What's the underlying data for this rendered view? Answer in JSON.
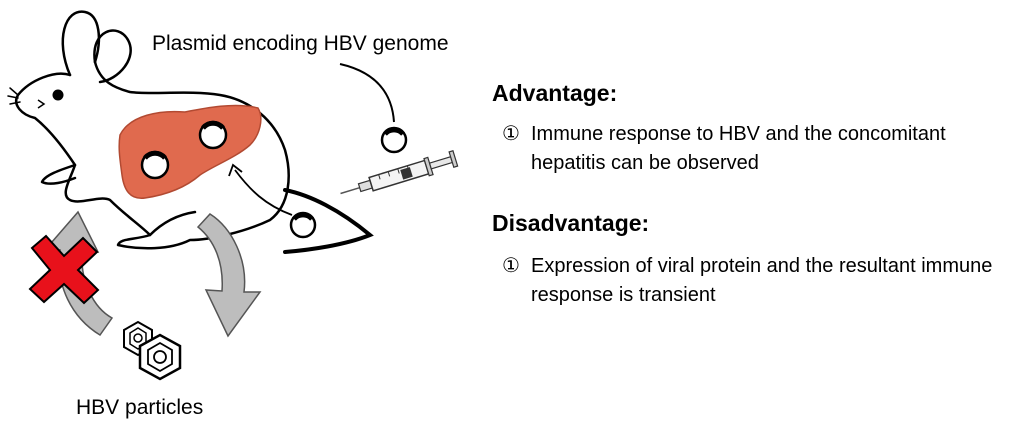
{
  "labels": {
    "plasmid": "Plasmid encoding HBV genome",
    "particles": "HBV particles"
  },
  "advantage": {
    "heading": "Advantage:",
    "items": [
      {
        "num": "①",
        "text": "Immune response to HBV and the concomitant hepatitis can be observed"
      }
    ]
  },
  "disadvantage": {
    "heading": "Disadvantage:",
    "items": [
      {
        "num": "①",
        "text": "Expression of viral protein and the resultant immune response is transient"
      }
    ]
  },
  "colors": {
    "liver": "#e06a4e",
    "cross": "#e8111b",
    "arrow_fill": "#bdbdbd",
    "outline": "#000000"
  }
}
